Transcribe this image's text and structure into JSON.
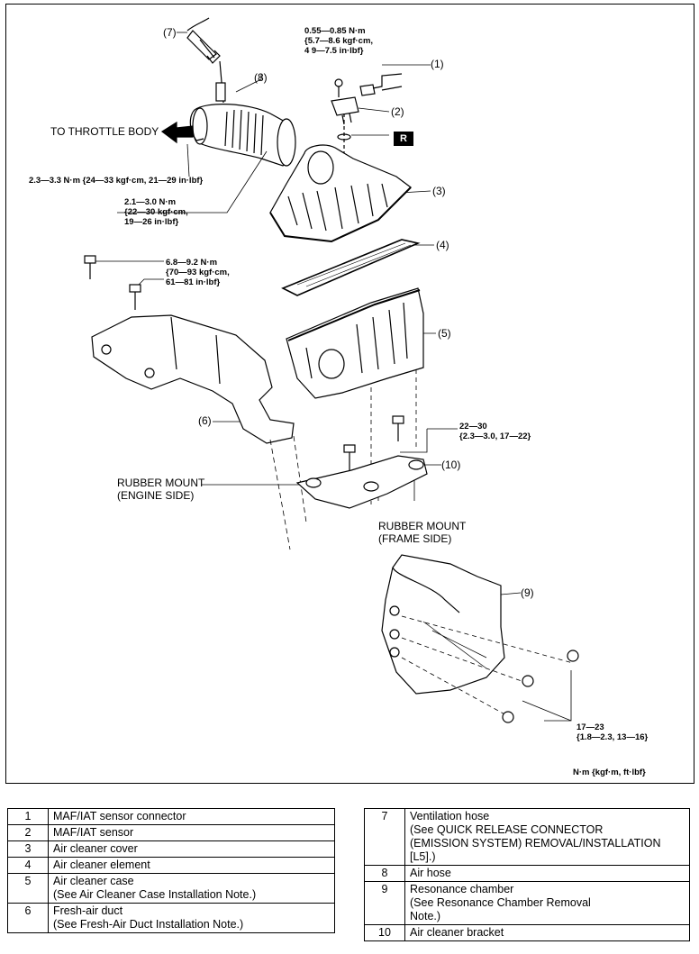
{
  "labels": {
    "to_throttle": "TO THROTTLE BODY",
    "rubber_engine_1": "RUBBER MOUNT",
    "rubber_engine_2": "(ENGINE SIDE)",
    "rubber_frame_1": "RUBBER MOUNT",
    "rubber_frame_2": "(FRAME SIDE)",
    "units": "N·m  {kgf·m,  ft·lbf}",
    "r_badge": "R"
  },
  "callouts": [
    "(1)",
    "(2)",
    "(3)",
    "(4)",
    "(5)",
    "(6)",
    "(7)",
    "(8)",
    "(9)",
    "(10)"
  ],
  "torques": {
    "t1": [
      "0.55—0.85  N·m",
      "{5.7—8.6  kgf·cm,",
      "4 9—7.5  in·lbf}"
    ],
    "t2": [
      "2.3—3.3  N·m  {24—33  kgf·cm,  21—29  in·lbf}"
    ],
    "t3": [
      "2.1—3.0  N·m",
      "{22—30  kgf·cm,",
      "19—26  in·lbf}"
    ],
    "t4": [
      "6.8—9.2  N·m",
      "{70—93  kgf·cm,",
      "61—81  in·lbf}"
    ],
    "t5": [
      "22—30",
      "{2.3—3.0,  17—22}"
    ],
    "t6": [
      "17—23",
      "{1.8—2.3,  13—16}"
    ]
  },
  "legend_left": [
    {
      "num": "1",
      "lines": [
        "MAF/IAT sensor connector"
      ]
    },
    {
      "num": "2",
      "lines": [
        "MAF/IAT sensor"
      ]
    },
    {
      "num": "3",
      "lines": [
        "Air cleaner cover"
      ]
    },
    {
      "num": "4",
      "lines": [
        "Air cleaner element"
      ]
    },
    {
      "num": "5",
      "lines": [
        "Air cleaner case",
        "(See          Air Cleaner Case Installation Note.)"
      ]
    },
    {
      "num": "6",
      "lines": [
        "Fresh-air duct",
        "(See          Fresh-Air Duct Installation Note.)"
      ]
    }
  ],
  "legend_right": [
    {
      "num": "7",
      "lines": [
        "Ventilation hose",
        "(See              QUICK RELEASE CONNECTOR",
        "(EMISSION SYSTEM) REMOVAL/INSTALLATION",
        "[L5].)"
      ]
    },
    {
      "num": "8",
      "lines": [
        "Air hose"
      ]
    },
    {
      "num": "9",
      "lines": [
        "Resonance chamber",
        "(See           Resonance Chamber Removal",
        "Note.)"
      ]
    },
    {
      "num": "10",
      "lines": [
        "Air cleaner bracket"
      ]
    }
  ]
}
